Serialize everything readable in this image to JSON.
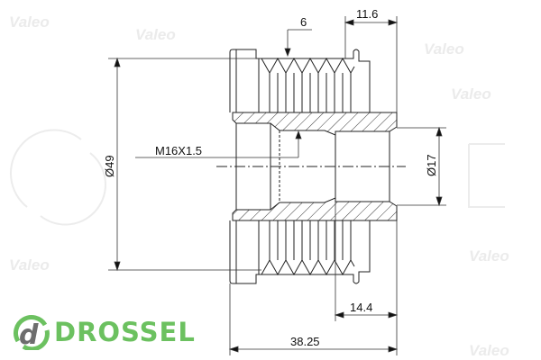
{
  "watermark": {
    "brand": "Valeo",
    "big_text": "DROSSEL"
  },
  "dimensions": {
    "groove_pitch": "6",
    "hub_offset": "11.6",
    "thread": "M16X1.5",
    "outer_diameter": "Ø49",
    "bore_diameter": "Ø17",
    "bore_length": "14.4",
    "overall_length": "38.25"
  },
  "logo": {
    "text": "DROSSEL",
    "letter": "d",
    "green": "#6cc160",
    "grey": "#6d6d6d"
  }
}
